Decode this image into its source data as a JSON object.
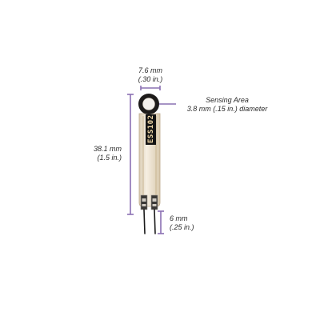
{
  "dimensions": {
    "width": {
      "mm": "7.6 mm",
      "inch": "(.30 in.)"
    },
    "length": {
      "mm": "38.1 mm",
      "inch": "(1.5 in.)"
    },
    "tail": {
      "mm": "6 mm",
      "inch": "(.25 in.)"
    },
    "sensing_area": {
      "title": "Sensing Area",
      "spec": "3.8 mm (.15 in.) diameter"
    }
  },
  "sensor": {
    "part_label": "ESS102"
  },
  "colors": {
    "dimension_line": "#8a70b2",
    "sensor_body": "#efe6d6",
    "sensor_edge": "#bda98a",
    "sensing_disk": "#1d1b1a",
    "label_strip": "#141414",
    "label_text": "#f1d9a8",
    "lead": "#1a1a1a"
  }
}
